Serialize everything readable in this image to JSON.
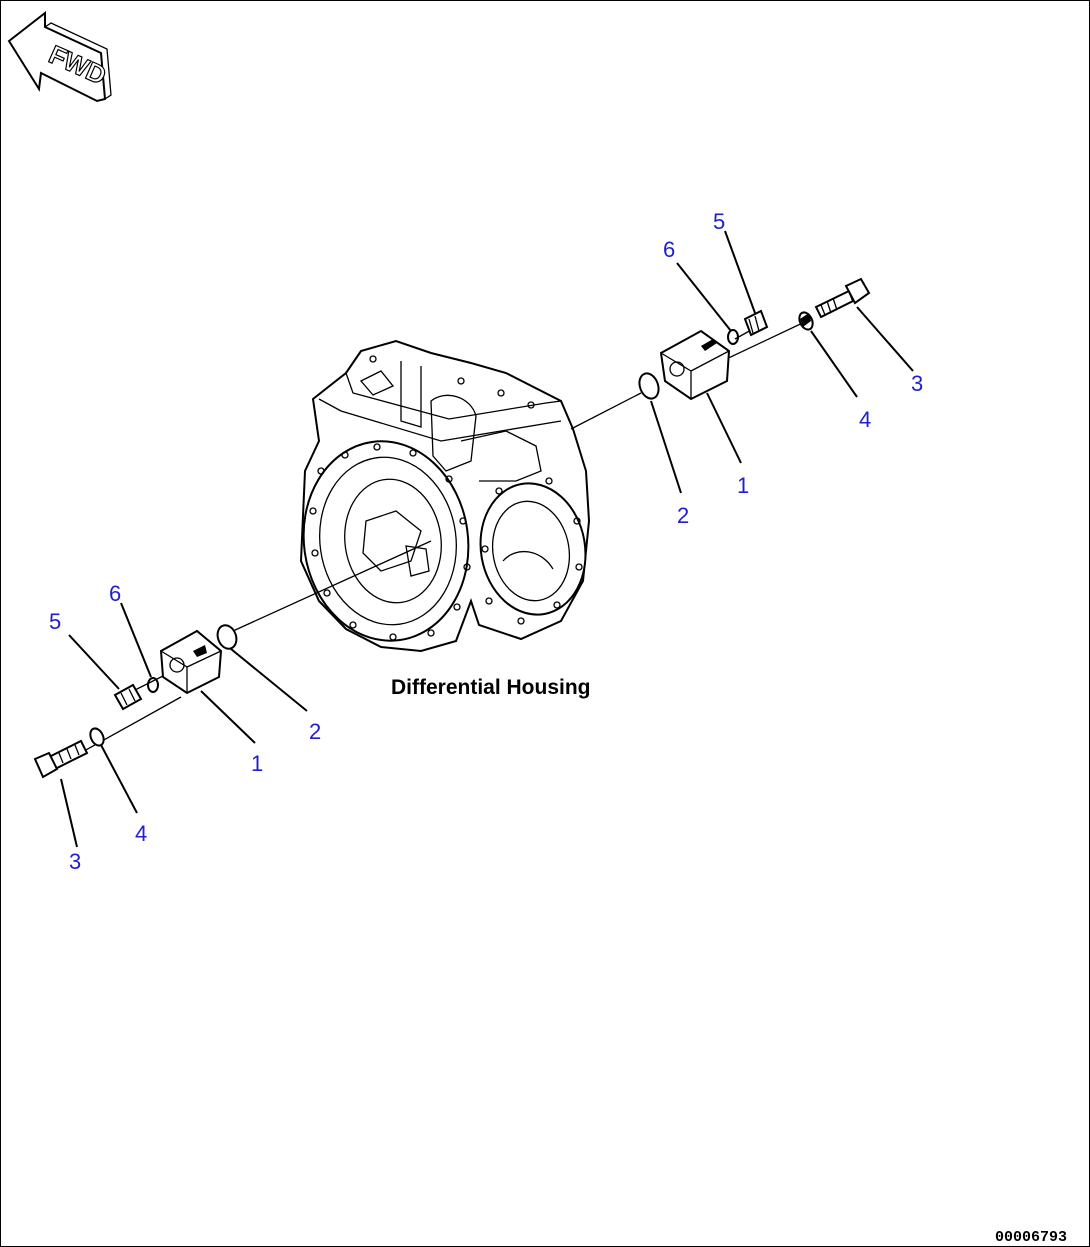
{
  "orientation": {
    "label": "FWD"
  },
  "component_label": "Differential Housing",
  "figure_id": "00006793",
  "callouts": [
    {
      "id": "r-1",
      "text": "1"
    },
    {
      "id": "r-2",
      "text": "2"
    },
    {
      "id": "r-3",
      "text": "3"
    },
    {
      "id": "r-4",
      "text": "4"
    },
    {
      "id": "r-5",
      "text": "5"
    },
    {
      "id": "r-6",
      "text": "6"
    },
    {
      "id": "l-1",
      "text": "1"
    },
    {
      "id": "l-2",
      "text": "2"
    },
    {
      "id": "l-3",
      "text": "3"
    },
    {
      "id": "l-4",
      "text": "4"
    },
    {
      "id": "l-5",
      "text": "5"
    },
    {
      "id": "l-6",
      "text": "6"
    }
  ],
  "colors": {
    "callout": "#1f1fd0",
    "line": "#000000",
    "background": "#ffffff"
  }
}
